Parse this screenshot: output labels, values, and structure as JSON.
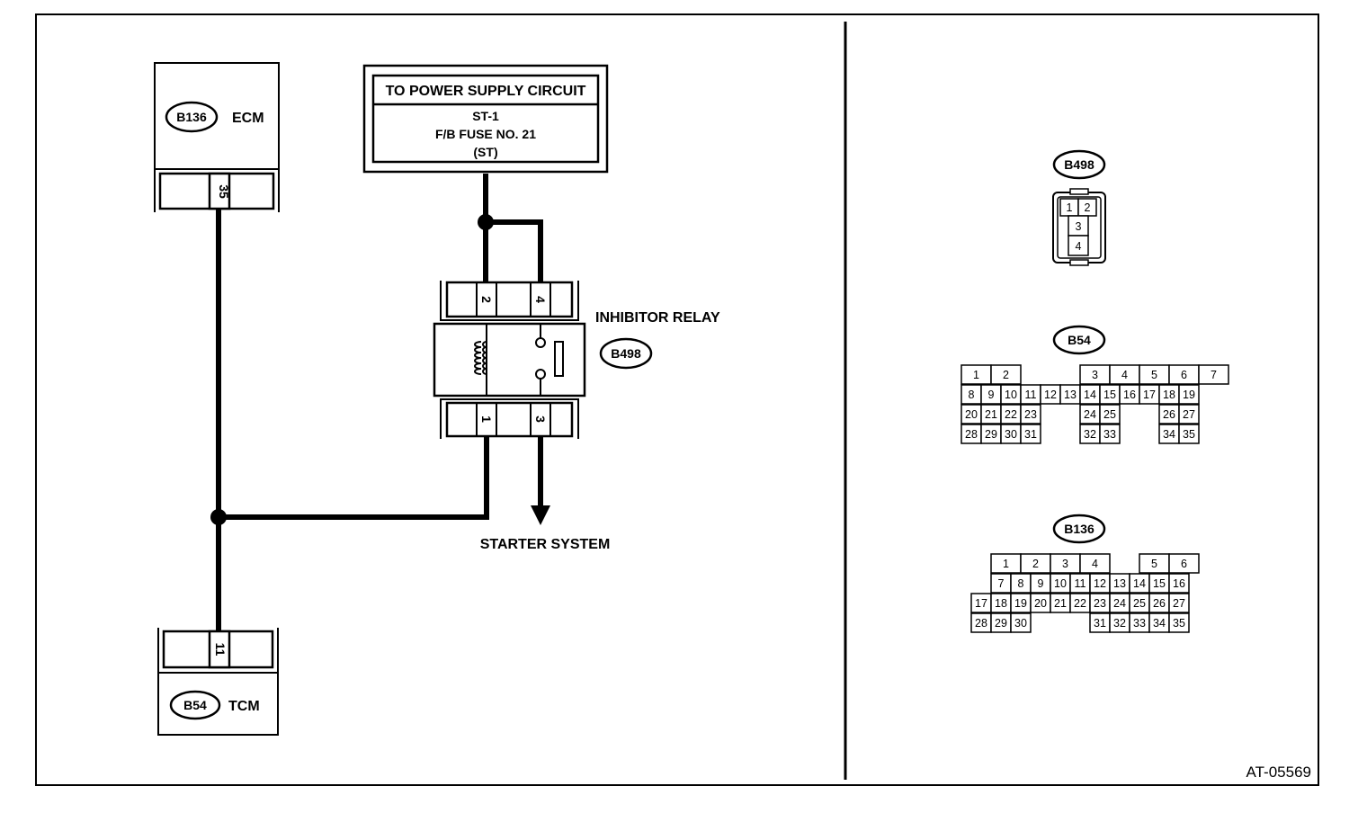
{
  "ecm": {
    "connector": "B136",
    "name": "ECM",
    "pin": "35"
  },
  "tcm": {
    "connector": "B54",
    "name": "TCM",
    "pin": "11"
  },
  "power": {
    "header": "TO POWER SUPPLY CIRCUIT",
    "line1": "ST-1",
    "line2": "F/B FUSE NO. 21",
    "line3": "(ST)"
  },
  "relay": {
    "name": "INHIBITOR RELAY",
    "connector": "B498",
    "pins": {
      "top_left": "2",
      "top_right": "4",
      "bottom_left": "1",
      "bottom_right": "3"
    }
  },
  "starter": "STARTER SYSTEM",
  "views": {
    "b498": {
      "label": "B498",
      "pins": [
        "1",
        "2",
        "3",
        "4"
      ]
    },
    "b54": {
      "label": "B54",
      "rows": [
        [
          "1",
          "2",
          "",
          "",
          "3",
          "4",
          "5",
          "6",
          "7"
        ],
        [
          "8",
          "9",
          "10",
          "11",
          "12",
          "13",
          "14",
          "15",
          "16",
          "17",
          "18",
          "19"
        ],
        [
          "20",
          "21",
          "22",
          "23",
          "",
          "",
          "24",
          "25",
          "",
          "",
          "26",
          "27"
        ],
        [
          "28",
          "29",
          "30",
          "31",
          "",
          "",
          "32",
          "33",
          "",
          "",
          "34",
          "35"
        ]
      ]
    },
    "b136": {
      "label": "B136",
      "rows": [
        [
          "1",
          "2",
          "3",
          "4",
          "",
          "5",
          "6"
        ],
        [
          "7",
          "8",
          "9",
          "10",
          "11",
          "12",
          "13",
          "14",
          "15",
          "16"
        ],
        [
          "17",
          "18",
          "19",
          "20",
          "21",
          "22",
          "23",
          "24",
          "25",
          "26",
          "27"
        ],
        [
          "28",
          "29",
          "30",
          "",
          "",
          "",
          "31",
          "32",
          "33",
          "34",
          "35"
        ]
      ]
    }
  },
  "figure_id": "AT-05569"
}
